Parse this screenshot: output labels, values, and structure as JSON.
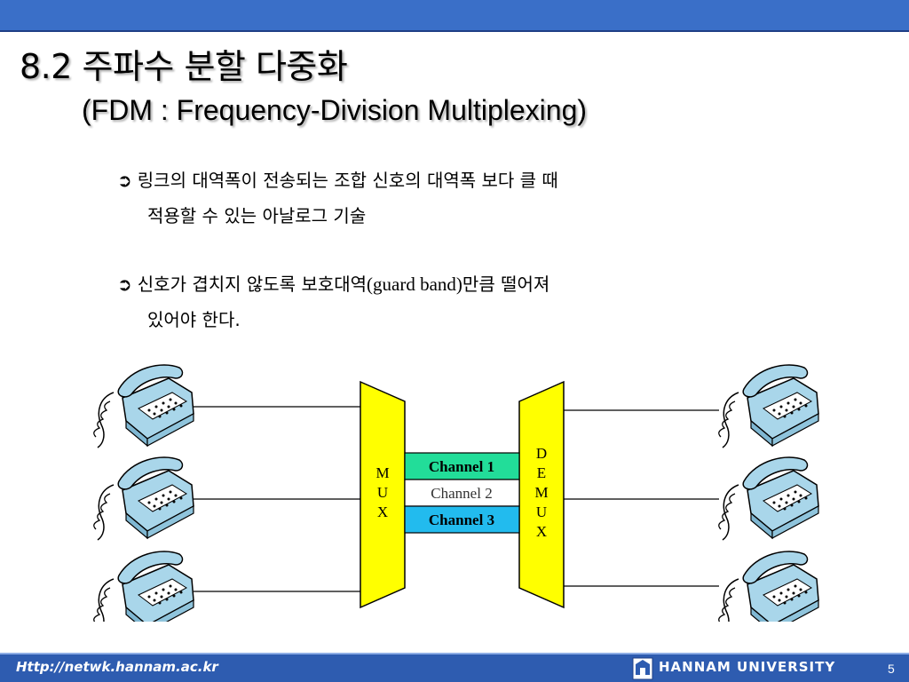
{
  "slide": {
    "title_line1": "8.2 주파수 분할 다중화",
    "title_line2": "(FDM : Frequency-Division Multiplexing)"
  },
  "bullets": [
    {
      "icon": "arrow-bullet-icon",
      "line1": "링크의 대역폭이 전송되는 조합 신호의 대역폭 보다 클 때",
      "line2": "적용할 수 있는 아날로그 기술"
    },
    {
      "icon": "arrow-bullet-icon",
      "line1_prefix": "신호가 겹치지 않도록 보호대역",
      "line1_term": "(guard band)",
      "line1_suffix": "만큼 떨어져",
      "line2": "있어야 한다."
    }
  ],
  "diagram": {
    "mux_label": [
      "M",
      "U",
      "X"
    ],
    "demux_label": [
      "D",
      "E",
      "M",
      "U",
      "X"
    ],
    "channels": [
      {
        "label": "Channel 1",
        "color": "#22dd99"
      },
      {
        "label": "Channel 2",
        "color": "#ffffff"
      },
      {
        "label": "Channel 3",
        "color": "#22bbee"
      }
    ],
    "mux_color": "#ffff00",
    "phone_color": "#a9d6ea"
  },
  "footer": {
    "url": "Http://netwk.hannam.ac.kr",
    "university": "HANNAM  UNIVERSITY",
    "page_number": "5"
  },
  "colors": {
    "top_bar": "#3a6fc8",
    "footer_bar": "#2e5cb0"
  }
}
